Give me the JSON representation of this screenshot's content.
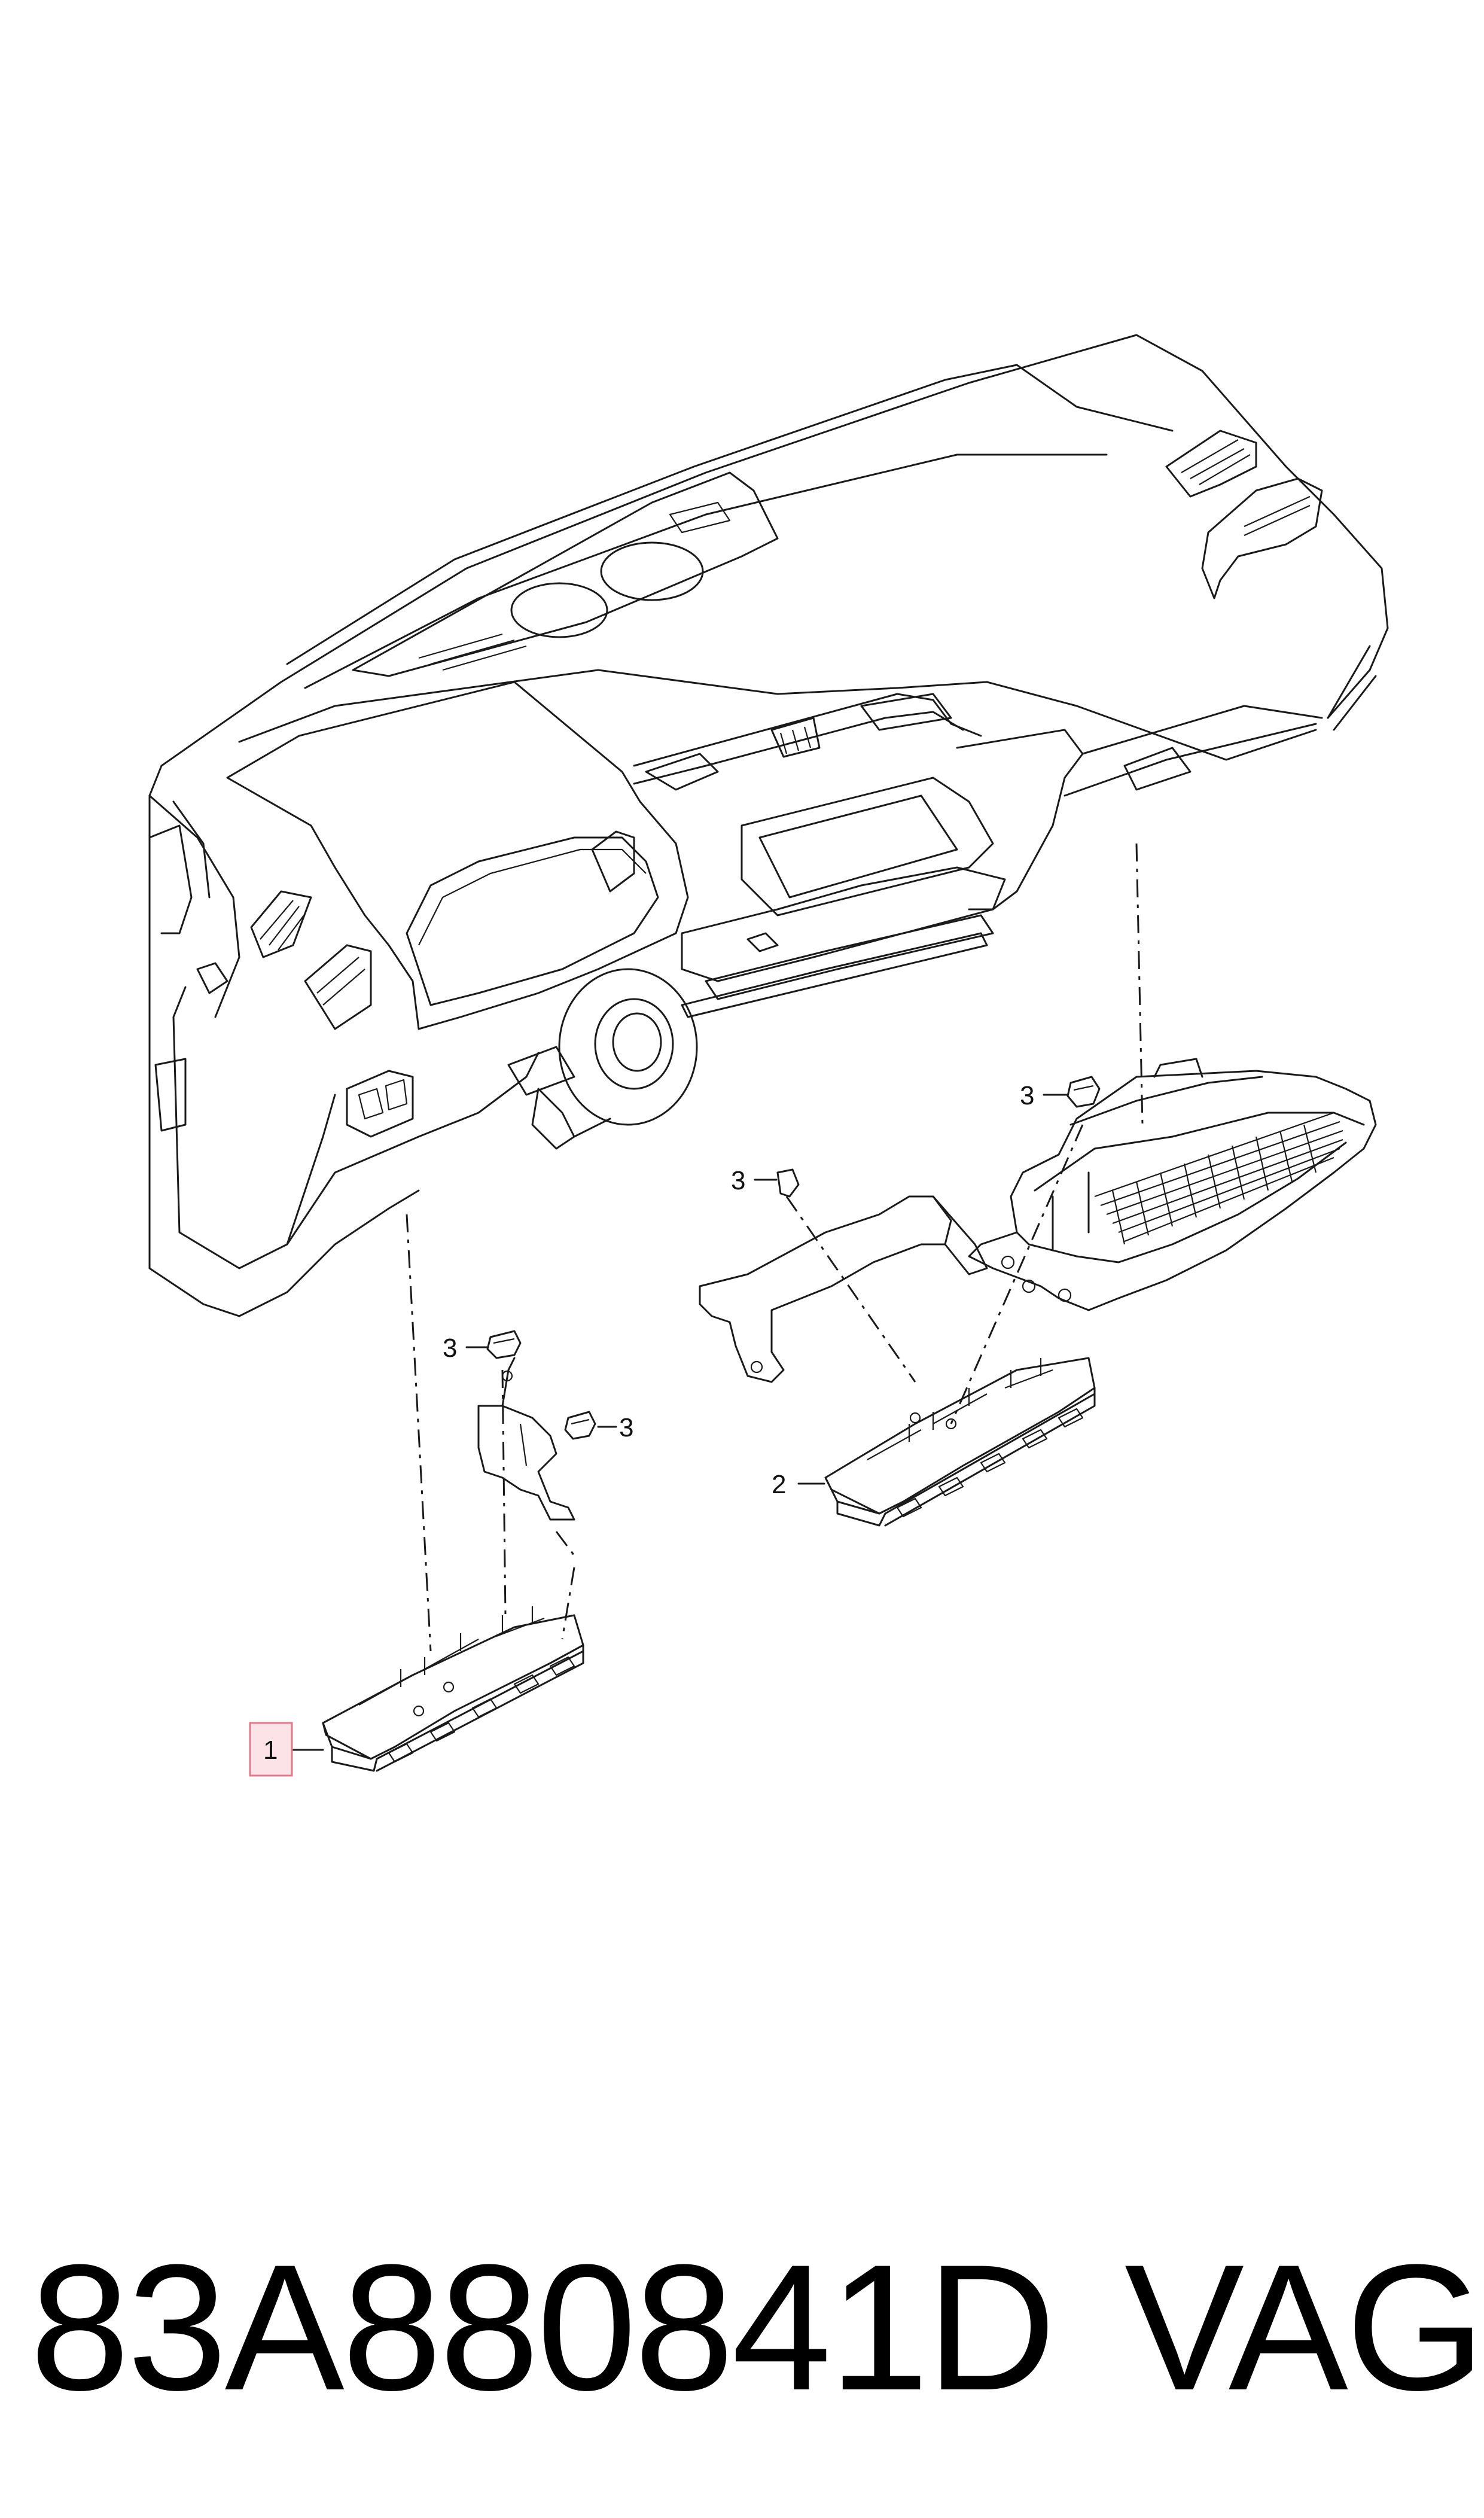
{
  "callouts": {
    "c1": "1",
    "c2": "2",
    "c3a": "3",
    "c3b": "3",
    "c3c": "3",
    "c3d": "3"
  },
  "highlight_color": "#e07a8a",
  "footer": {
    "part_number": "83A880841D",
    "brand": "VAG"
  }
}
